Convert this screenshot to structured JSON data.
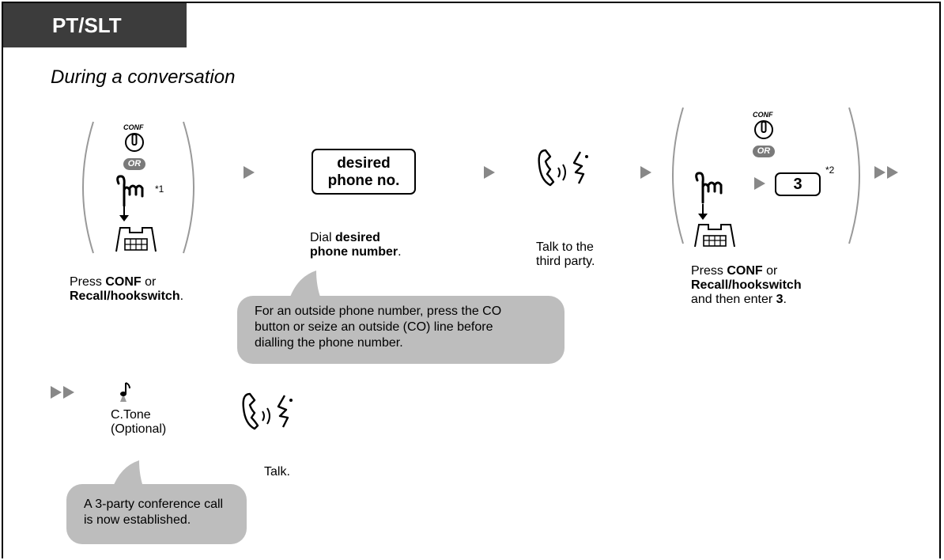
{
  "header": {
    "tab_label": "PT/SLT"
  },
  "title": "During a conversation",
  "step1": {
    "conf_key": "CONF",
    "or_badge": "OR",
    "footnote_mark": "*1",
    "caption_pre": "Press ",
    "caption_bold1": "CONF",
    "caption_mid": " or",
    "caption_bold2": "Recall/hookswitch",
    "caption_post": "."
  },
  "step2": {
    "key_line1": "desired",
    "key_line2": "phone no.",
    "caption_pre": "Dial ",
    "caption_bold1": "desired",
    "caption_bold2": "phone number",
    "caption_post": "."
  },
  "step3": {
    "caption_line1": "Talk to the",
    "caption_line2": "third party."
  },
  "step4": {
    "conf_key": "CONF",
    "or_badge": "OR",
    "digit": "3",
    "footnote_mark": "*2",
    "caption_pre": "Press ",
    "caption_bold1": "CONF",
    "caption_mid": " or",
    "caption_bold2": "Recall/hookswitch",
    "caption_line3_pre": "and then enter ",
    "caption_bold3": "3",
    "caption_post": "."
  },
  "note_outside": {
    "line1": "For an outside phone number, press the CO",
    "line2": "button or seize an outside (CO) line before",
    "line3": "dialling the phone number."
  },
  "step5": {
    "tone_line1": "C.Tone",
    "tone_line2": "(Optional)"
  },
  "step6": {
    "caption": "Talk."
  },
  "note_established": {
    "line1": "A 3-party conference call",
    "line2": "is now established."
  }
}
